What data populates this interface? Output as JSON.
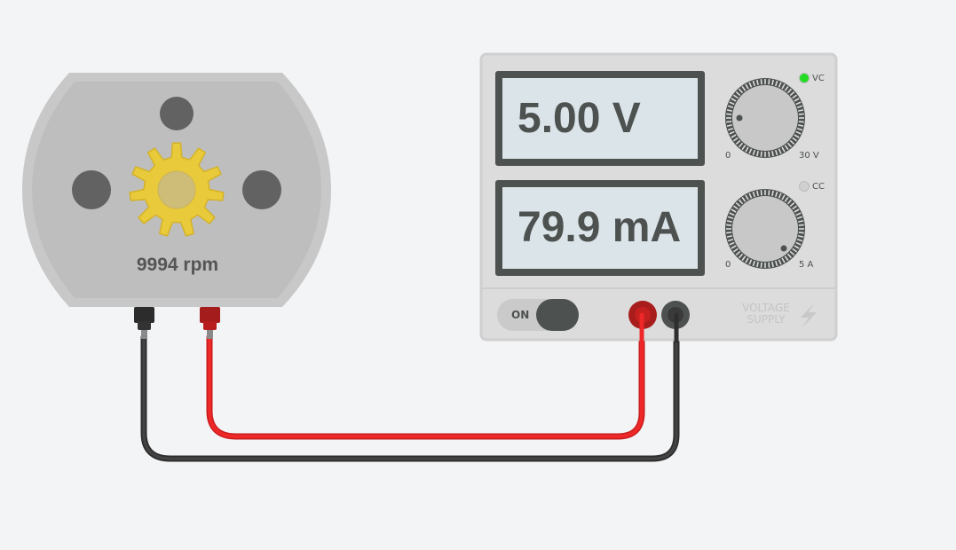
{
  "motor": {
    "speed_label": "9994 rpm"
  },
  "power_supply": {
    "voltage_display": "5.00 V",
    "current_display": "79.9 mA",
    "vc_label": "VC",
    "cc_label": "CC",
    "vc_led_color": "#22dd22",
    "cc_led_color": "#d0d0d0",
    "voltage_knob": {
      "min_label": "0",
      "max_label": "30 V"
    },
    "current_knob": {
      "min_label": "0",
      "max_label": "5 A"
    },
    "switch_label": "ON",
    "brand_line1": "VOLTAGE",
    "brand_line2": "SUPPLY"
  },
  "colors": {
    "red_wire": "#e52222",
    "black_wire": "#333333",
    "gear": "#e8ca3a"
  }
}
